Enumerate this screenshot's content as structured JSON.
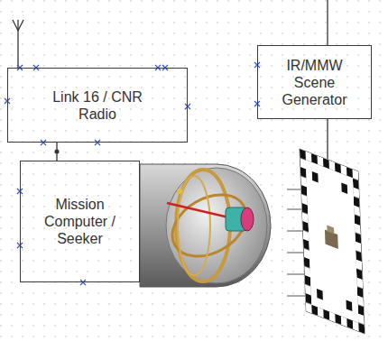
{
  "diagram": {
    "nodes": [
      {
        "text": [
          "Link 16 / CNR Radio"
        ]
      },
      {
        "text": [
          "IR/MMW Scene Generator"
        ]
      },
      {
        "text": [
          "Mission Computer / Seeker"
        ]
      }
    ],
    "edges": [
      {
        "from": 0,
        "to": 2,
        "arrow": "none"
      }
    ]
  }
}
